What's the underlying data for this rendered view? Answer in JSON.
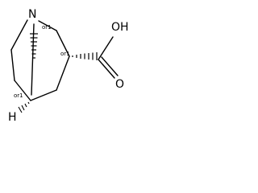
{
  "molecule": {
    "atom_labels": {
      "n": "N",
      "hydroxyl": "OH",
      "carbonyl_o": "O",
      "bridgehead_h": "H"
    },
    "stereo_labels": {
      "c1": "or1",
      "c3": "or1",
      "c5": "or1"
    }
  }
}
